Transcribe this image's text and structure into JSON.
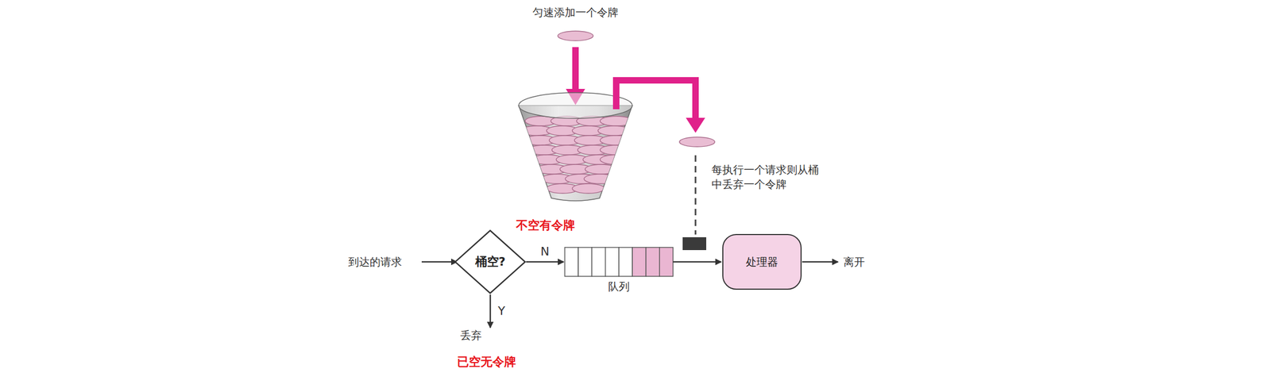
{
  "diagram": {
    "nodes": [
      {
        "text": [
          "桶空?"
        ]
      },
      {
        "text": [
          "队列"
        ]
      },
      {
        "text": [
          "处理器"
        ]
      }
    ],
    "edges": [
      {
        "from": 0,
        "to": 1,
        "arrow": "to",
        "label": "N"
      },
      {
        "from": 1,
        "to": 2,
        "arrow": "to"
      }
    ],
    "labels": [
      "匀速添加一个令牌",
      "每执行一个请求则从桶 中丢弃一个令牌",
      "不空有令牌",
      "到达的请求",
      "Y",
      "丢弃",
      "已空无令牌",
      "离开"
    ]
  }
}
